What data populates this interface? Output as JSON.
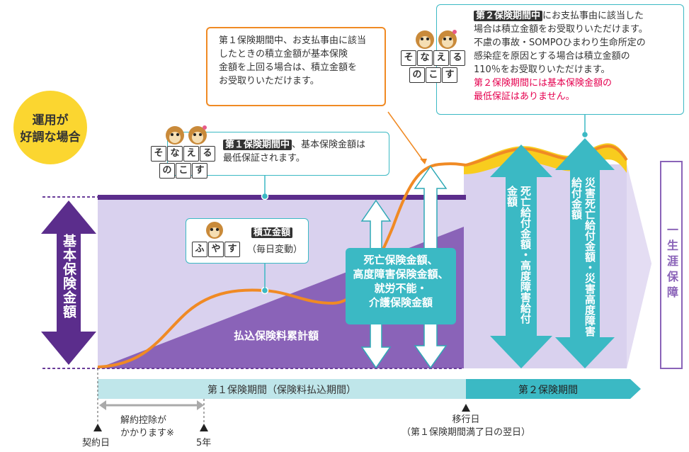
{
  "bubble": {
    "line1": "運用が",
    "line2": "好調な場合"
  },
  "left_axis_label": "基本保険金額",
  "right_label": "一生涯保障",
  "callout_orange": {
    "line1": "第１保険期間中、お支払事由に該当",
    "line2": "したときの積立金額が基本保険",
    "line3": "金額を上回る場合は、積立金額を",
    "line4": "お受取りいただけます。"
  },
  "callout_top_right": {
    "tag": "第２保険期間中",
    "line1_rest": "にお支払事由に該当した",
    "line2": "場合は積立金額をお受取りいただけます。",
    "line3": "不慮の事故・SOMPOひまわり生命所定の",
    "line4": "感染症を原因とする場合は積立金額の",
    "line5": "110％をお受取りいただけます。",
    "red1": "第２保険期間には基本保険金額の",
    "red2": "最低保証はありません。"
  },
  "callout_mid": {
    "tag": "第１保険期間中",
    "line1_rest": "、基本保険金額は",
    "line2": "最低保証されます。"
  },
  "character_tags": {
    "sonaeru": [
      "そ",
      "な",
      "え",
      "る"
    ],
    "nokosu": [
      "の",
      "こ",
      "す"
    ],
    "fuyasu": [
      "ふ",
      "や",
      "す"
    ]
  },
  "tsumitate": {
    "label": "積立金額",
    "sub": "（毎日変動）"
  },
  "premium_label": "払込保険料累計額",
  "death_box": {
    "line1": "死亡保険金額、",
    "line2": "高度障害保険金額、",
    "line3": "就労不能・",
    "line4": "介護保険金額"
  },
  "arrow_text_1": "死亡給付金額・高度障害給付金額",
  "arrow_text_2": "災害死亡給付金額・災害高度障害給付金額",
  "period1_label": "第１保険期間（保険料払込期間）",
  "period2_label": "第２保険期間",
  "surrender": {
    "line1": "解約控除が",
    "line2": "かかります※"
  },
  "contract_day": "契約日",
  "five_years": "5年",
  "transition": {
    "line1": "移行日",
    "line2": "（第１保険期間満了日の翌日）"
  },
  "colors": {
    "purple": "#6a3d9a",
    "lavender": "#d9d1ee",
    "violet": "#8a63b8",
    "orange": "#f08a24",
    "teal": "#3bb9c4",
    "yellow": "#f8cc1e",
    "bubble": "#fbd630"
  }
}
